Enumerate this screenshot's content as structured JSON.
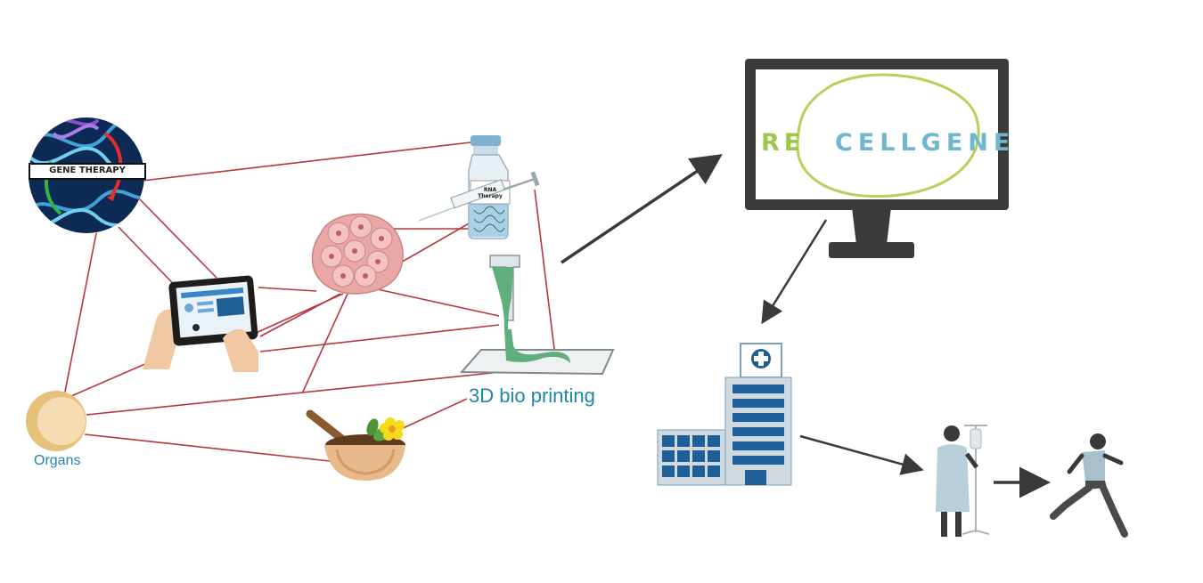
{
  "labels": {
    "bio_printing": "3D bio printing",
    "organs": "Organs",
    "gene_therapy": "GENE THERAPY",
    "rna_therapy": "RNA Therapy"
  },
  "logo": {
    "prefix": "RE",
    "name": "CELLGENE",
    "prefix_color": "#9dc64a",
    "name_color": "#6fb6cf"
  },
  "colors": {
    "network_lines": "#b8353e",
    "arrows": "#3a3a3a",
    "label_blue": "#1f86a8"
  },
  "icons": [
    "gene-therapy-icon",
    "rna-therapy-vial-icon",
    "syringe-icon",
    "cell-cluster-icon",
    "tablet-icon",
    "bio-printer-icon",
    "organ-icon",
    "mortar-pestle-herb-icon",
    "monitor-icon",
    "hospital-icon",
    "patient-iv-icon",
    "runner-icon"
  ]
}
